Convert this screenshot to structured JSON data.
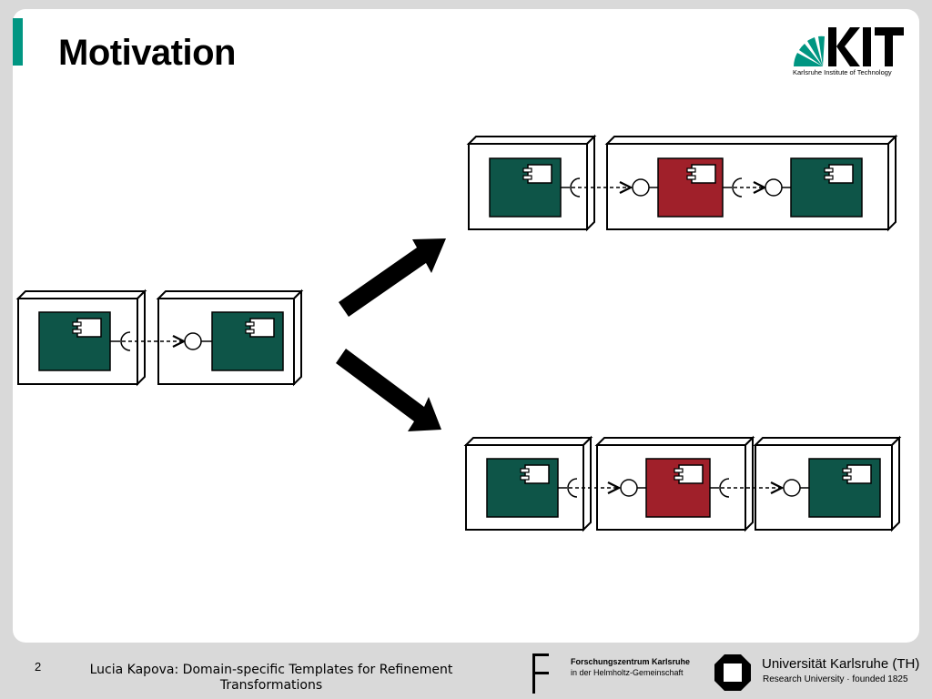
{
  "slide": {
    "title": "Motivation",
    "page_number": "2",
    "footer_line1": "Lucia Kapova: Domain-specific Templates for Refinement",
    "footer_line2": "Transformations"
  },
  "logos": {
    "kit_wordmark": "KIT",
    "kit_caption": "Karlsruhe Institute of Technology",
    "fzk_name": "Forschungszentrum Karlsruhe",
    "fzk_sub": "in der Helmholtz-Gemeinschaft",
    "uka_name": "Universität Karlsruhe (TH)",
    "uka_sub": "Research University · founded 1825"
  },
  "colors": {
    "kit_green": "#009682",
    "component_green": "#0e5548",
    "component_red": "#a0202a"
  }
}
